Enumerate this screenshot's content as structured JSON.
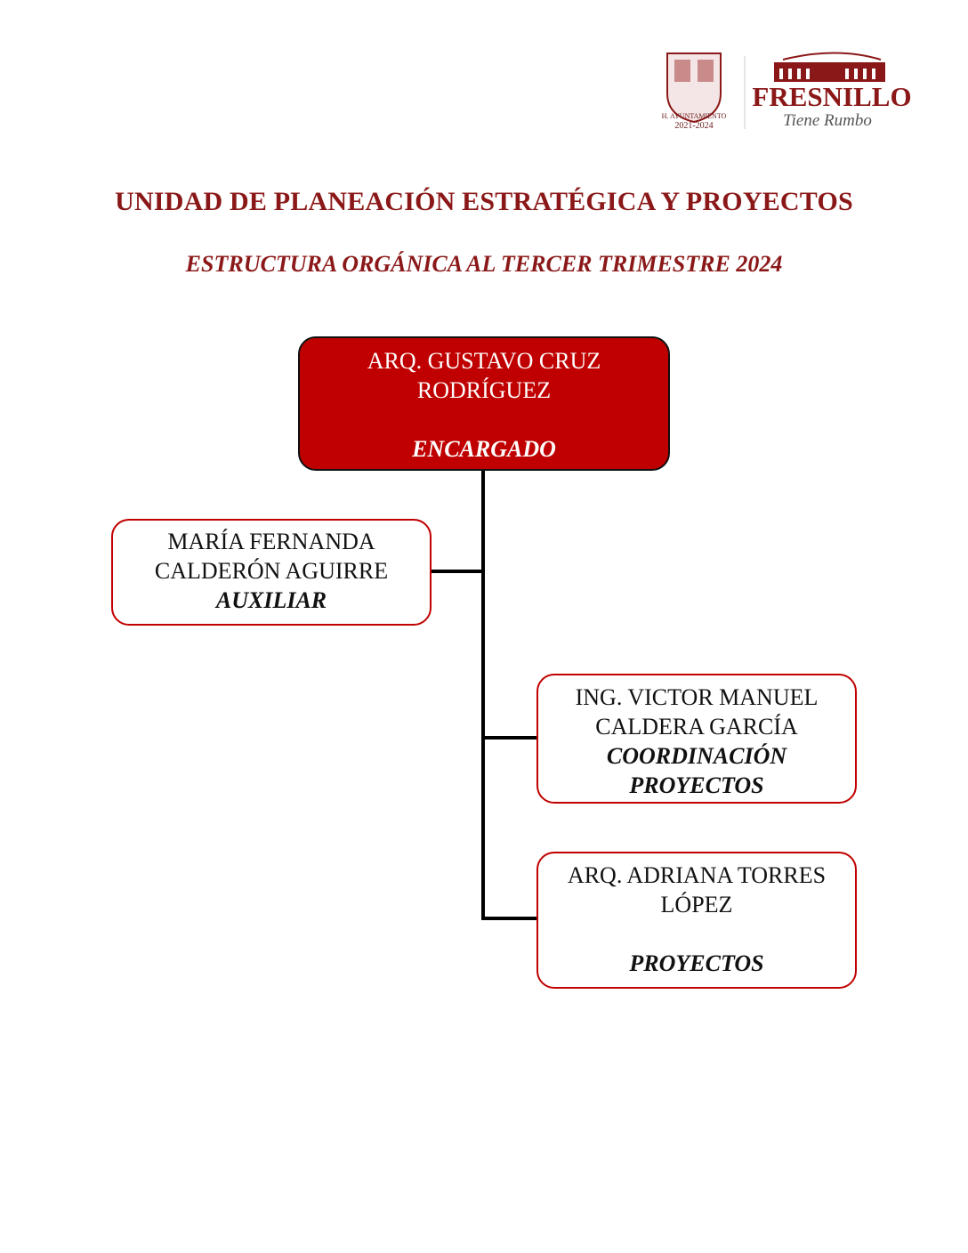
{
  "header": {
    "logo_text": {
      "council": "H. AYUNTAMIENTO",
      "period": "2021-2024",
      "city": "FRESNILLO",
      "slogan": "Tiene Rumbo"
    },
    "title": "UNIDAD DE PLANEACIÓN ESTRATÉGICA Y PROYECTOS",
    "subtitle": "ESTRUCTURA ORGÁNICA AL TERCER TRIMESTRE 2024"
  },
  "org_chart": {
    "head": {
      "name_line1": "ARQ. GUSTAVO CRUZ",
      "name_line2": "RODRÍGUEZ",
      "role": "ENCARGADO"
    },
    "nodes": [
      {
        "name_line1": "MARÍA FERNANDA",
        "name_line2": "CALDERÓN AGUIRRE",
        "role_line1": "AUXILIAR"
      },
      {
        "name_line1": "ING. VICTOR MANUEL",
        "name_line2": "CALDERA GARCÍA",
        "role_line1": "COORDINACIÓN",
        "role_line2": "PROYECTOS"
      },
      {
        "name_line1": "ARQ. ADRIANA TORRES",
        "name_line2": "LÓPEZ",
        "role_line1": "PROYECTOS"
      }
    ]
  },
  "colors": {
    "title": "#8b1818",
    "head_fill": "#c00000",
    "border": "#c00000"
  }
}
